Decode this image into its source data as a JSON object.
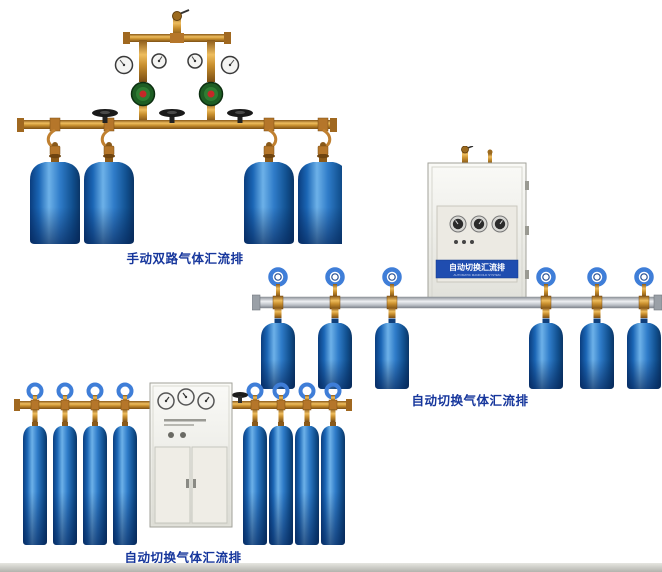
{
  "page": {
    "background": "#ffffff",
    "footer_bar_color": "#b3b3ad"
  },
  "colors": {
    "caption_blue": "#16369c",
    "cylinder_blue": "#2f7cc9",
    "cylinder_dark_blue": "#0a3566",
    "brass_pipe": "#c88f2e",
    "silver_pipe": "#c6cad1",
    "cabinet_white": "#f1f1ec",
    "cabinet_label_blue": "#1f4db0",
    "valve_ring_blue": "#3f7ed8"
  },
  "products": [
    {
      "name": "manual-dual-manifold",
      "caption": "手动双路气体汇流排",
      "cylinders": 4,
      "gauges": 4,
      "regulators": 2,
      "handwheel_valves": 3
    },
    {
      "name": "auto-switch-wall-manifold",
      "caption": "自动切换气体汇流排",
      "cabinet_label": "自动切换汇流排",
      "cabinet_sublabel": "AUTOMATIC MANIFOLD SYSTEM",
      "cylinders": 6,
      "gauges": 3
    },
    {
      "name": "auto-switch-floor-manifold",
      "caption": "自动切换气体汇流排",
      "cylinders": 8,
      "gauges": 3
    }
  ]
}
